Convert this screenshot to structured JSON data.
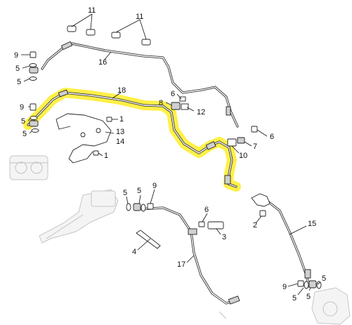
{
  "colors": {
    "highlight": "#ffee33",
    "line": "#222222",
    "ghost": "#c4c4c4",
    "background": "#ffffff"
  },
  "callouts": {
    "c11a": "11",
    "c11b": "11",
    "c16": "16",
    "c9a": "9",
    "c5a": "5",
    "c5b": "5",
    "c18": "18",
    "c8": "8",
    "c6a": "6",
    "c12": "12",
    "c9b": "9",
    "c5c": "5",
    "c5d": "5",
    "c1a": "1",
    "c13": "13",
    "c14": "14",
    "c1b": "1",
    "c6b": "6",
    "c7": "7",
    "c10": "10",
    "c5e": "5",
    "c5f": "5",
    "c9c": "9",
    "c6c": "6",
    "c3": "3",
    "c4": "4",
    "c17": "17",
    "c2": "2",
    "c15": "15",
    "c9d": "9",
    "c5g": "5",
    "c5h": "5",
    "c5i": "5"
  }
}
